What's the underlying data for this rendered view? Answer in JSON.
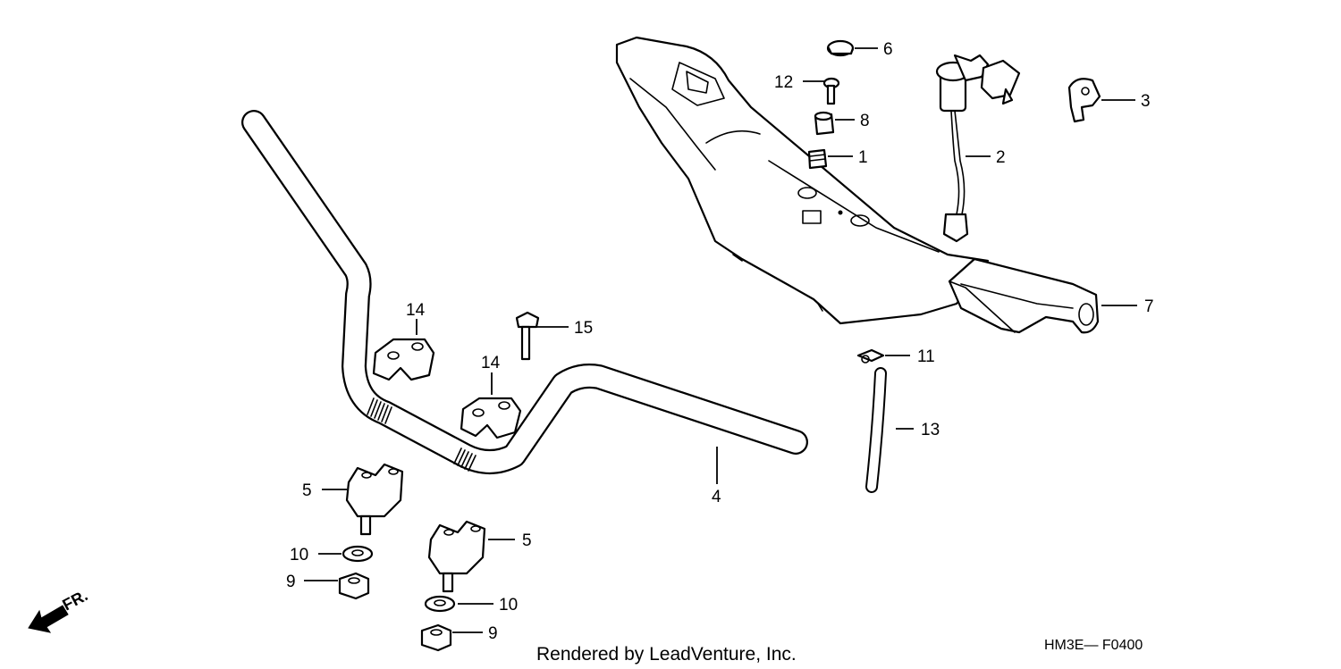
{
  "callouts": {
    "c1": "1",
    "c2": "2",
    "c3": "3",
    "c4": "4",
    "c5a": "5",
    "c5b": "5",
    "c6": "6",
    "c7": "7",
    "c8": "8",
    "c9a": "9",
    "c9b": "9",
    "c10a": "10",
    "c10b": "10",
    "c11": "11",
    "c12": "12",
    "c13": "13",
    "c14a": "14",
    "c14b": "14",
    "c15": "15"
  },
  "direction_label": "FR.",
  "rendered_by": "Rendered by LeadVenture, Inc.",
  "diagram_code": "HM3E— F0400"
}
